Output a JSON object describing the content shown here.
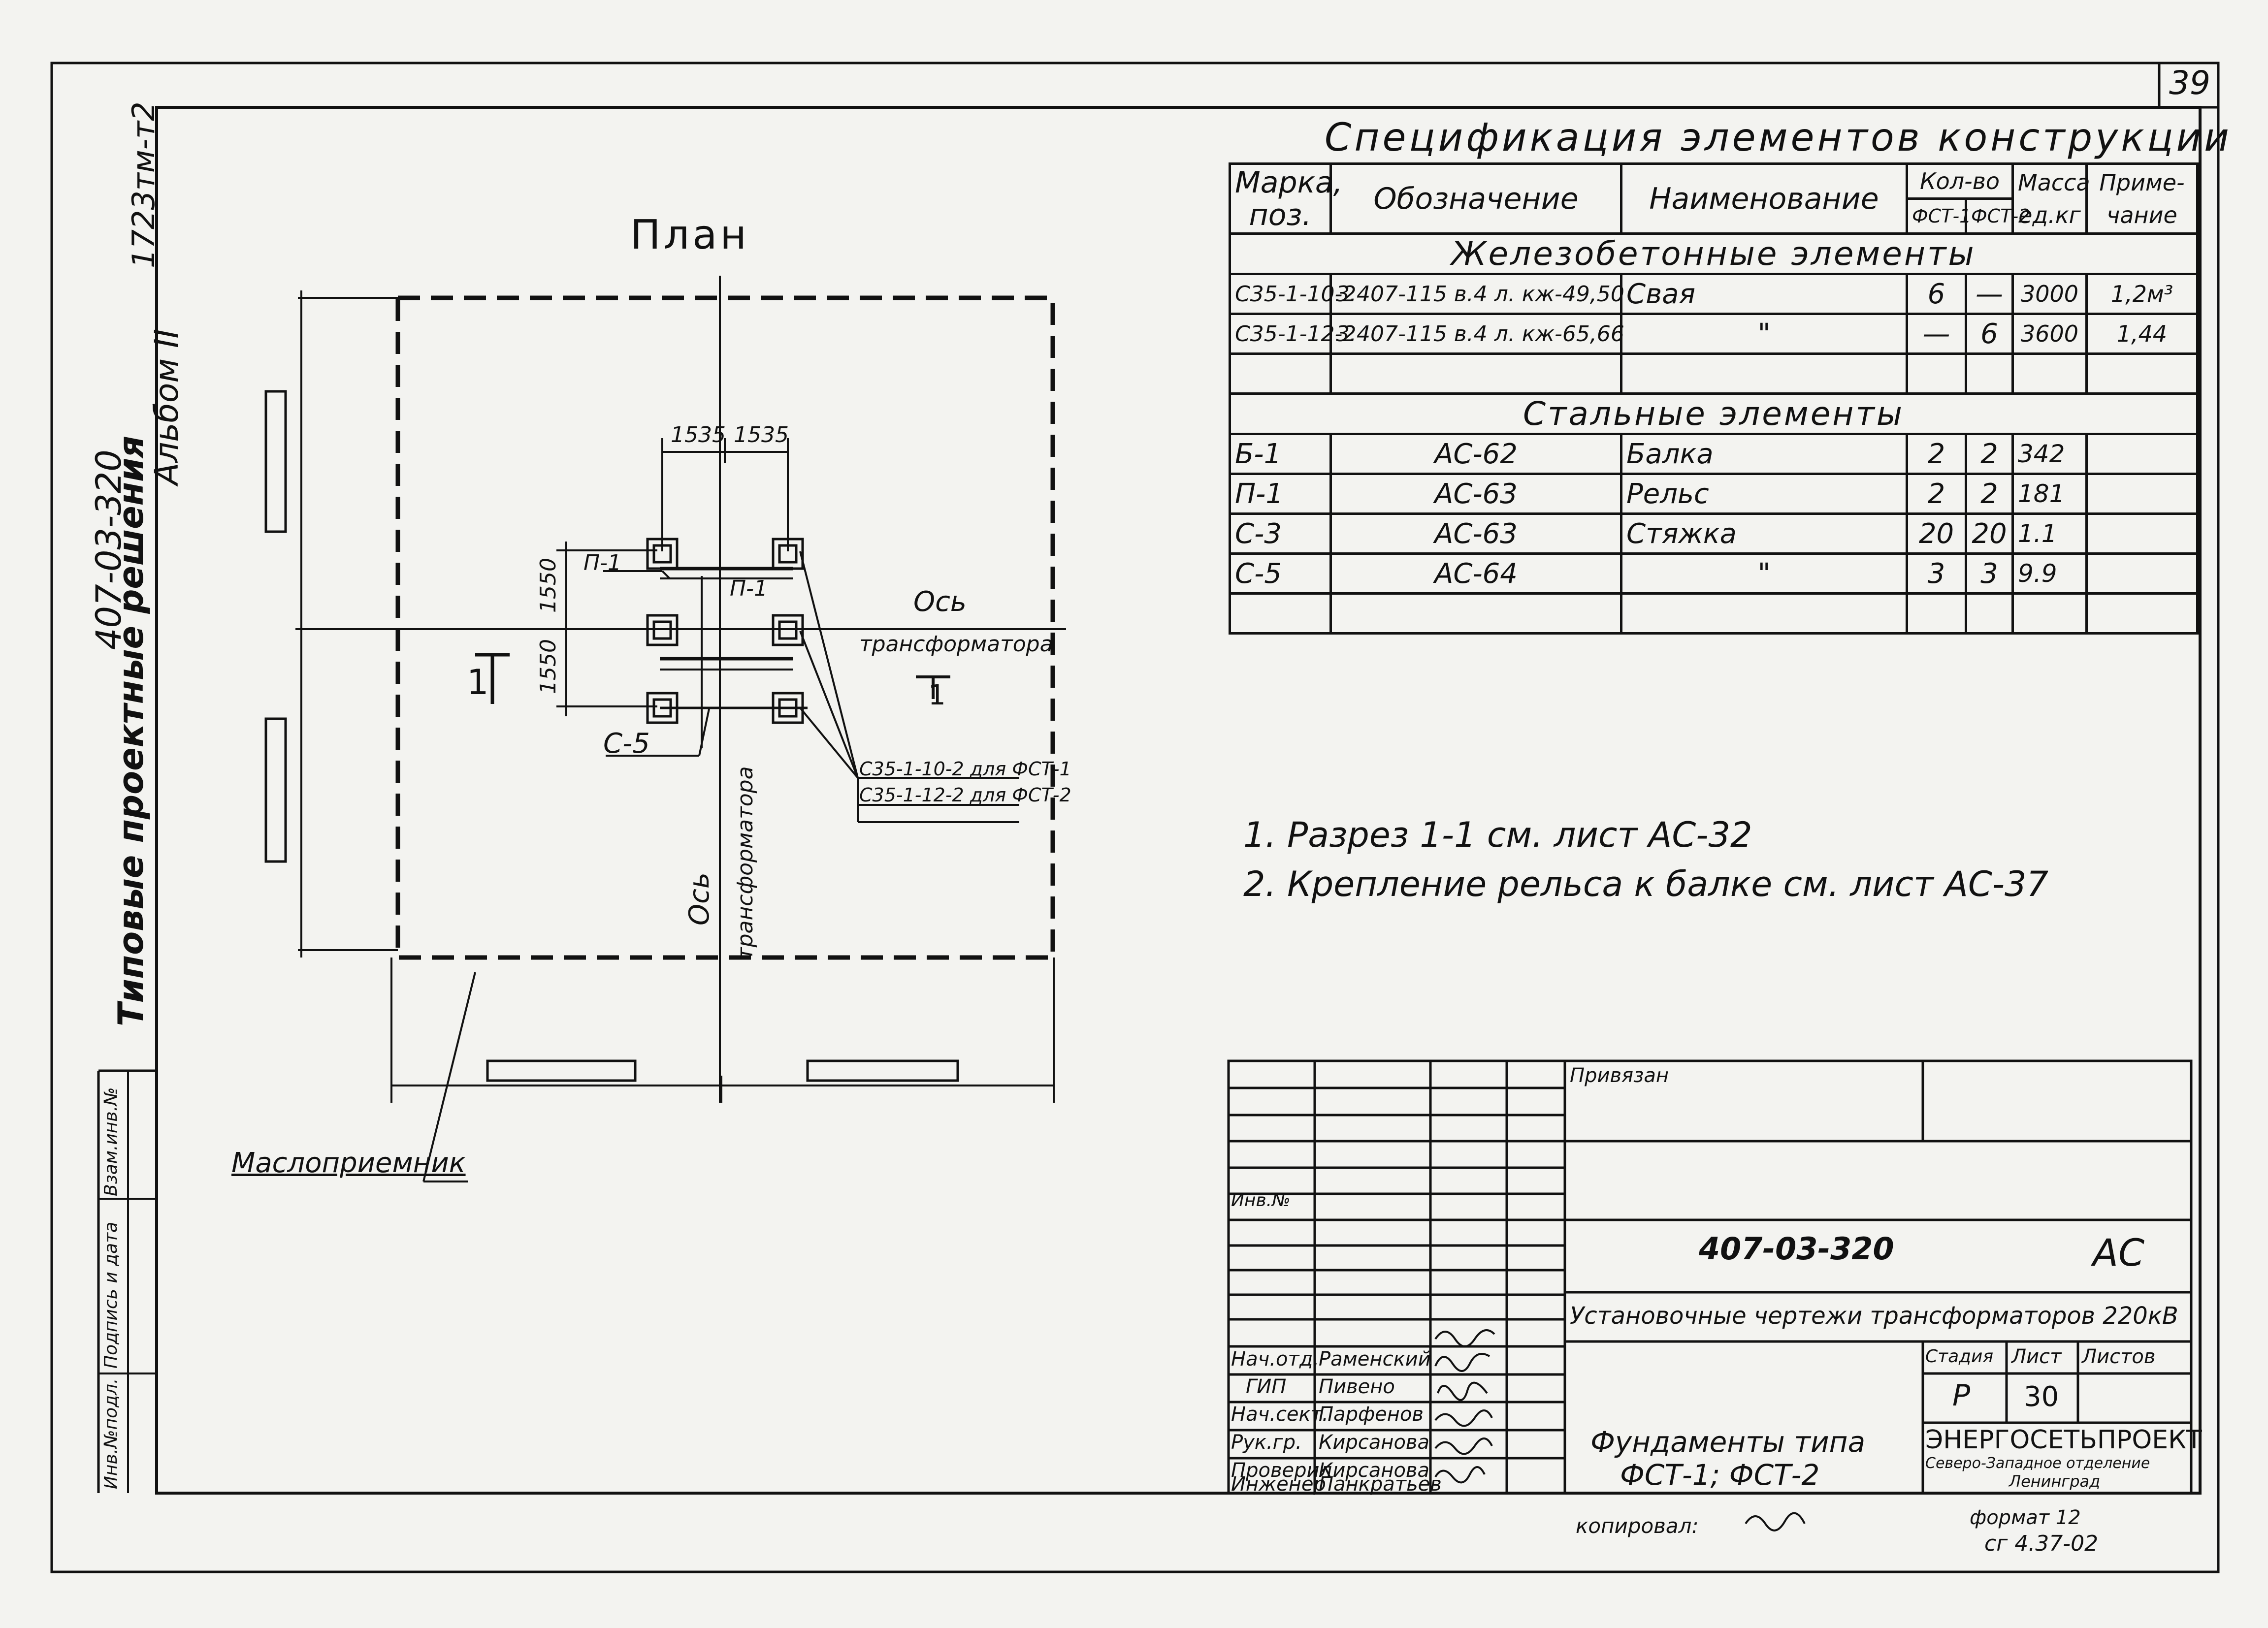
{
  "sheet": {
    "sheet_number": "39",
    "series": "407-03-320",
    "album": "Альбом II",
    "doc_code": "1723тм-т2",
    "typical": "Типовые проектные решения",
    "inv_labels": [
      "Инв.№подл.",
      "Подпись и дата",
      "Взам.инв.№"
    ]
  },
  "plan": {
    "title": "План",
    "dim_1": "1535",
    "dim_2": "1535",
    "dim_3": "1550",
    "dim_4": "1550",
    "label_p1_left": "П-1",
    "label_p1_right": "П-1",
    "label_c5": "С-5",
    "axis_transformer_right": "Ось",
    "axis_transformer_right_2": "трансформатора",
    "axis_transformer_vert": "Ось",
    "axis_transformer_vert_2": "трансформатора",
    "section_left": "1",
    "section_right": "1",
    "pile_note_1": "С35-1-10-2 для ФСТ-1",
    "pile_note_2": "С35-1-12-2 для ФСТ-2",
    "oil_receiver": "Маслоприемник"
  },
  "spec": {
    "title": "Спецификация элементов конструкции",
    "headers": {
      "mark": "Марка, поз.",
      "designation": "Обозначение",
      "name": "Наименование",
      "qty": "Кол-во",
      "qty_fst1": "ФСТ-1",
      "qty_fst2": "ФСТ-2",
      "mass": "Масса ед.кг",
      "note": "Приме- чание"
    },
    "section_concrete": "Железобетонные элементы",
    "concrete_rows": [
      {
        "mark": "С35-1-10-2",
        "designation": "3.407-115 в.4 л. кж-49,50",
        "name": "Свая",
        "q1": "6",
        "q2": "—",
        "mass": "3000",
        "note": "1,2м³"
      },
      {
        "mark": "С35-1-12-2",
        "designation": "3.407-115 в.4 л. кж-65,66",
        "name": "\"",
        "q1": "—",
        "q2": "6",
        "mass": "3600",
        "note": "1,44"
      }
    ],
    "section_steel": "Стальные элементы",
    "steel_rows": [
      {
        "mark": "Б-1",
        "designation": "АС-62",
        "name": "Балка",
        "q1": "2",
        "q2": "2",
        "mass": "342",
        "note": ""
      },
      {
        "mark": "П-1",
        "designation": "АС-63",
        "name": "Рельс",
        "q1": "2",
        "q2": "2",
        "mass": "181",
        "note": ""
      },
      {
        "mark": "С-3",
        "designation": "АС-63",
        "name": "Стяжка",
        "q1": "20",
        "q2": "20",
        "mass": "1.1",
        "note": ""
      },
      {
        "mark": "С-5",
        "designation": "АС-64",
        "name": "\"",
        "q1": "3",
        "q2": "3",
        "mass": "9.9",
        "note": ""
      }
    ]
  },
  "notes": [
    "1. Разрез 1-1 см. лист АС-32",
    "2. Крепление рельса к балке см. лист АС-37"
  ],
  "title_block": {
    "linked": "Привязан",
    "inv_no": "Инв.№",
    "doc_number": "407-03-320",
    "doc_mark": "АС",
    "project_title": "Установочные чертежи трансформаторов 220кВ",
    "stage_label": "Стадия",
    "sheet_label": "Лист",
    "sheets_label": "Листов",
    "stage": "Р",
    "sheet": "30",
    "drawing_title_1": "Фундаменты типа",
    "drawing_title_2": "ФСТ-1; ФСТ-2",
    "org_1": "ЭНЕРГОСЕТЬПРОЕКТ",
    "org_2": "Северо-Западное отделение",
    "org_3": "Ленинград",
    "roles": [
      {
        "role": "Нач.отд.",
        "name": "Раменский"
      },
      {
        "role": "ГИП",
        "name": "Пивено"
      },
      {
        "role": "Нач.сект.",
        "name": "Парфенов"
      },
      {
        "role": "Рук.гр.",
        "name": "Кирсанова"
      },
      {
        "role": "Проверил",
        "name": "Кирсанова"
      },
      {
        "role": "Инженер",
        "name": "Панкратьев"
      }
    ],
    "copied": "копировал:",
    "format": "формат 12",
    "format_code": "сг 4.37-02"
  }
}
